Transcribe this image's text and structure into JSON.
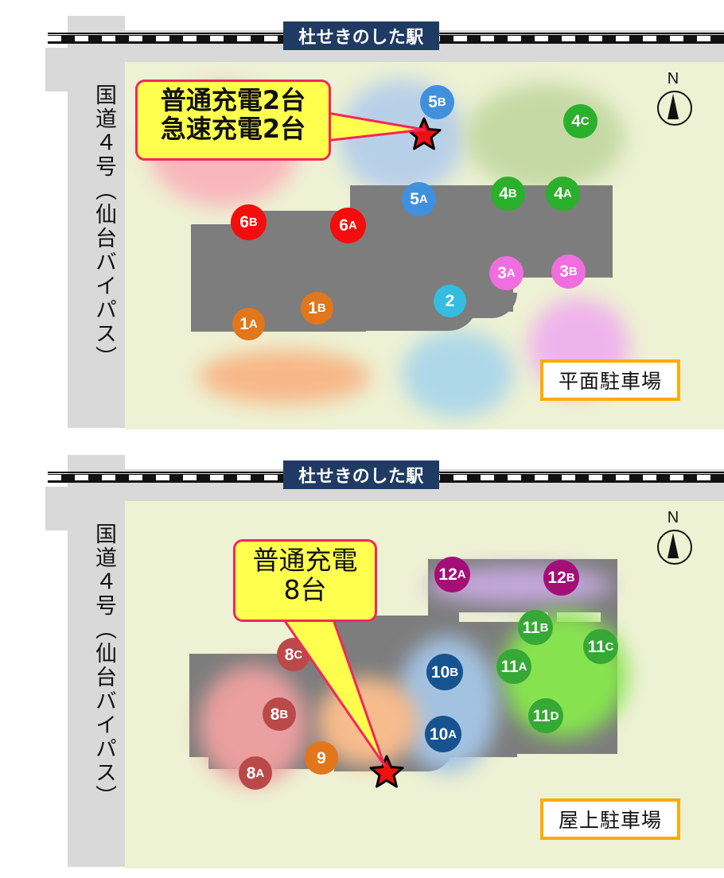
{
  "page": {
    "title_station": "杜せきのした駅",
    "road_label": "国道４号（仙台バイパス）",
    "compass_label": "N"
  },
  "maps": [
    {
      "id": "plane",
      "legend": "平面駐車場",
      "station": "杜せきのした駅",
      "road_label": "国道４号（仙台バイパス）",
      "compass_label": "N",
      "callout": {
        "line1": "普通充電2台",
        "line2": "急速充電2台"
      },
      "markers": [
        {
          "num": "1",
          "sub": "A",
          "color": "#e2761b"
        },
        {
          "num": "1",
          "sub": "B",
          "color": "#e2761b"
        },
        {
          "num": "2",
          "sub": "",
          "color": "#35bde0"
        },
        {
          "num": "3",
          "sub": "A",
          "color": "#f06ee0"
        },
        {
          "num": "3",
          "sub": "B",
          "color": "#f06ee0"
        },
        {
          "num": "4",
          "sub": "A",
          "color": "#2ab02a"
        },
        {
          "num": "4",
          "sub": "B",
          "color": "#2ab02a"
        },
        {
          "num": "4",
          "sub": "C",
          "color": "#2ab02a"
        },
        {
          "num": "5",
          "sub": "A",
          "color": "#4090dd"
        },
        {
          "num": "5",
          "sub": "B",
          "color": "#4090dd"
        },
        {
          "num": "6",
          "sub": "A",
          "color": "#f50c0c"
        },
        {
          "num": "6",
          "sub": "B",
          "color": "#f50c0c"
        }
      ]
    },
    {
      "id": "roof",
      "legend": "屋上駐車場",
      "station": "杜せきのした駅",
      "road_label": "国道４号（仙台バイパス）",
      "compass_label": "N",
      "callout": {
        "line1": "普通充電",
        "line2": "8台"
      },
      "markers": [
        {
          "num": "8",
          "sub": "A",
          "color": "#ba4a4a"
        },
        {
          "num": "8",
          "sub": "B",
          "color": "#ba4a4a"
        },
        {
          "num": "8",
          "sub": "C",
          "color": "#ba4a4a"
        },
        {
          "num": "9",
          "sub": "",
          "color": "#e2761b"
        },
        {
          "num": "10",
          "sub": "A",
          "color": "#17538f"
        },
        {
          "num": "10",
          "sub": "B",
          "color": "#17538f"
        },
        {
          "num": "11",
          "sub": "A",
          "color": "#35a835"
        },
        {
          "num": "11",
          "sub": "B",
          "color": "#35a835"
        },
        {
          "num": "11",
          "sub": "C",
          "color": "#35a835"
        },
        {
          "num": "11",
          "sub": "D",
          "color": "#35a835"
        },
        {
          "num": "12",
          "sub": "A",
          "color": "#a30f77"
        },
        {
          "num": "12",
          "sub": "B",
          "color": "#a30f77"
        }
      ]
    }
  ],
  "colors": {
    "land": "#eef2d4",
    "road": "#d9d9d9",
    "building": "#7d7d7d",
    "station_sign_bg": "#1f3b63",
    "callout_bg": "#ffff4d",
    "callout_border": "#f4265c",
    "legend_border": "#ffab00",
    "star": "#ef1111"
  }
}
